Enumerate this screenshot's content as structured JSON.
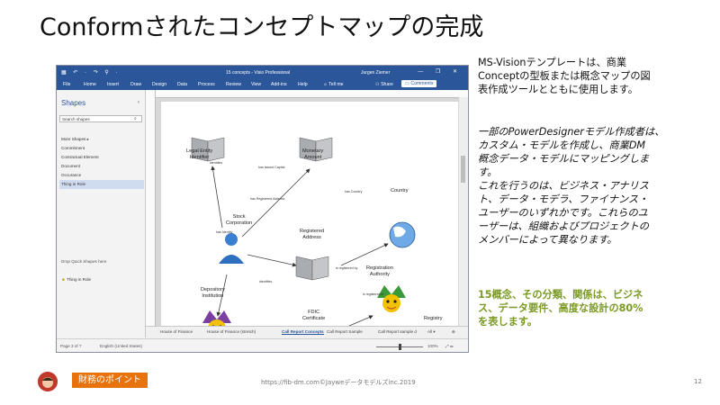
{
  "slide": {
    "title": "Conformされたコンセプトマップの完成",
    "page_number": "12"
  },
  "visio": {
    "quick_access": "▦ ↶ · ↷ ⚲ ·",
    "document_title": "15 concepts  -  Visio Professional",
    "user": "Jurgen Ziemer",
    "window_controls": "— ❐ ✕",
    "menu": [
      "File",
      "Home",
      "Insert",
      "Draw",
      "Design",
      "Data",
      "Process",
      "Review",
      "View",
      "Add-ins",
      "Help",
      "Tell me"
    ],
    "share_label": "Share",
    "comments_label": "Comments",
    "shapes_title": "Shapes",
    "search_placeholder": "Search shapes",
    "stencils": [
      "More Shapes ▸",
      "Commitment",
      "Contractual Element",
      "Document",
      "Occurance",
      "Thing in Role"
    ],
    "drop_quick_shapes": "Drop Quick Shapes here",
    "quick_shape": "Thing in Role",
    "tabs": [
      "House of Finance",
      "House of Finance (stretch)",
      "Call Report Concepts",
      "Call Report Sample",
      "Call Report sample d",
      "All ▾"
    ],
    "active_tab": 2,
    "status_page": "Page 3 of 7",
    "status_language": "English (United States)",
    "zoom": "100%"
  },
  "diagram": {
    "nodes": {
      "legal_entity": "Legal Entity\nIdentifier",
      "monetary_amount": "Monetary\nAmount",
      "country": "Country",
      "stock_corporation": "Stock\nCorporation",
      "registered_address": "Registered\nAddress",
      "registration_authority": "Registration\nAuthority",
      "depository_institution": "Depository\nInstitution",
      "fdic_certificate": "FDIC\nCertificate",
      "registry": "Registry"
    },
    "edges": {
      "identifies": "identifies",
      "has_issued_capital": "has issued Capital",
      "has_registered_address": "has Registered Address",
      "has_country": "has Country",
      "has_identity": "has Identity",
      "is_registered_by": "is registered by",
      "identifies2": "identifies",
      "is_registered_in": "is registered in"
    }
  },
  "description": {
    "p1": "MS-Visionテンプレートは、商業\nConceptの型板または概念マップの図\n表作成ツールとともに使用します。",
    "p2": "一部のPowerDesignerモデル作成者は、\nカスタム・モデルを作成し、商業DM\n概念データ・モデルにマッピングしま\nす。\nこれを行うのは、ビジネス・アナリス\nト、データ・モデラ、ファイナンス・\nユーザーのいずれかです。これらのユ\nーザーは、組織およびプロジェクトの\nメンバーによって異なります。",
    "p3": "15概念、その分類、関係は、ビジネ\nス、データ要件、高度な設計の80%\nを表します。"
  },
  "footer": {
    "badge": "財務のポイント",
    "url": "https://fib-dm.com©Jayweデータモデルズinc.2019"
  }
}
